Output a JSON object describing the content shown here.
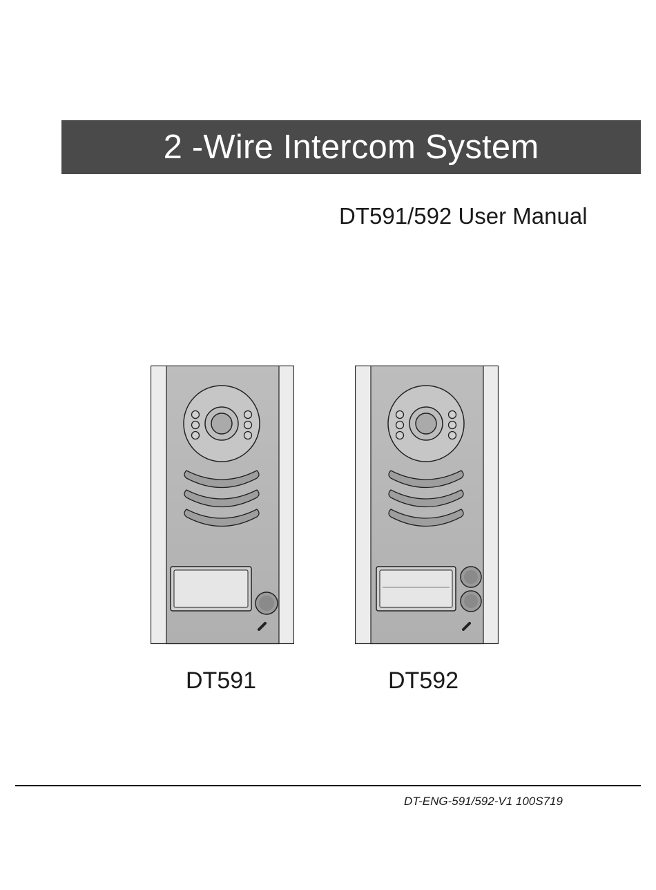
{
  "header": {
    "title": "2 -Wire Intercom System",
    "subtitle": "DT591/592 User Manual"
  },
  "devices": [
    {
      "model": "DT591",
      "buttons": 1
    },
    {
      "model": "DT592",
      "buttons": 2
    }
  ],
  "footer": {
    "doc_code": "DT-ENG-591/592-V1 100S719"
  }
}
